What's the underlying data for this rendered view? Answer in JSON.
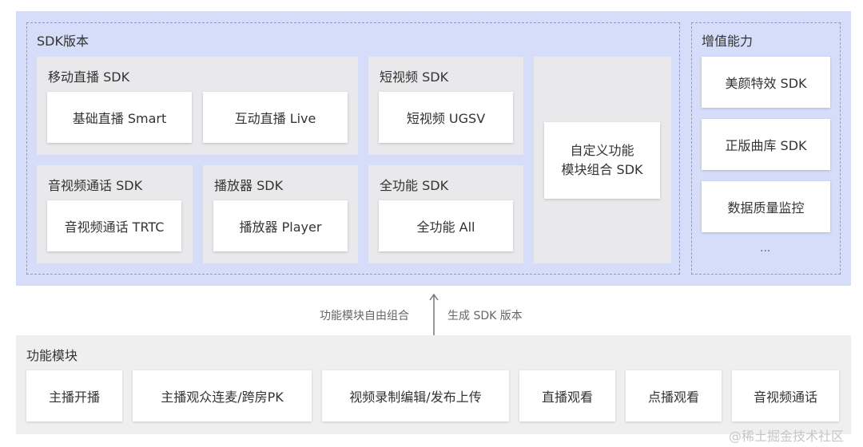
{
  "sdk_versions": {
    "title": "SDK版本",
    "mobile_live": {
      "title": "移动直播 SDK",
      "items": [
        "基础直播 Smart",
        "互动直播 Live"
      ]
    },
    "short_video": {
      "title": "短视频 SDK",
      "items": [
        "短视频 UGSV"
      ]
    },
    "av_call": {
      "title": "音视频通话 SDK",
      "items": [
        "音视频通话 TRTC"
      ]
    },
    "player": {
      "title": "播放器 SDK",
      "items": [
        "播放器 Player"
      ]
    },
    "full": {
      "title": "全功能 SDK",
      "items": [
        "全功能 All"
      ]
    },
    "custom": "自定义功能\n模块组合 SDK"
  },
  "value_added": {
    "title": "增值能力",
    "items": [
      "美颜特效 SDK",
      "正版曲库 SDK",
      "数据质量监控"
    ],
    "more": "..."
  },
  "arrow": {
    "left_label": "功能模块自由组合",
    "right_label": "生成 SDK 版本"
  },
  "modules": {
    "title": "功能模块",
    "items": [
      "主播开播",
      "主播观众连麦/跨房PK",
      "视频录制编辑/发布上传",
      "直播观看",
      "点播观看",
      "音视频通话"
    ]
  },
  "watermark": "@稀土掘金技术社区",
  "colors": {
    "top_panel": "#d6ddf8",
    "group_bg": "#e9e9eb",
    "bottom_panel": "#efefef",
    "dash": "#8e9bc8"
  }
}
